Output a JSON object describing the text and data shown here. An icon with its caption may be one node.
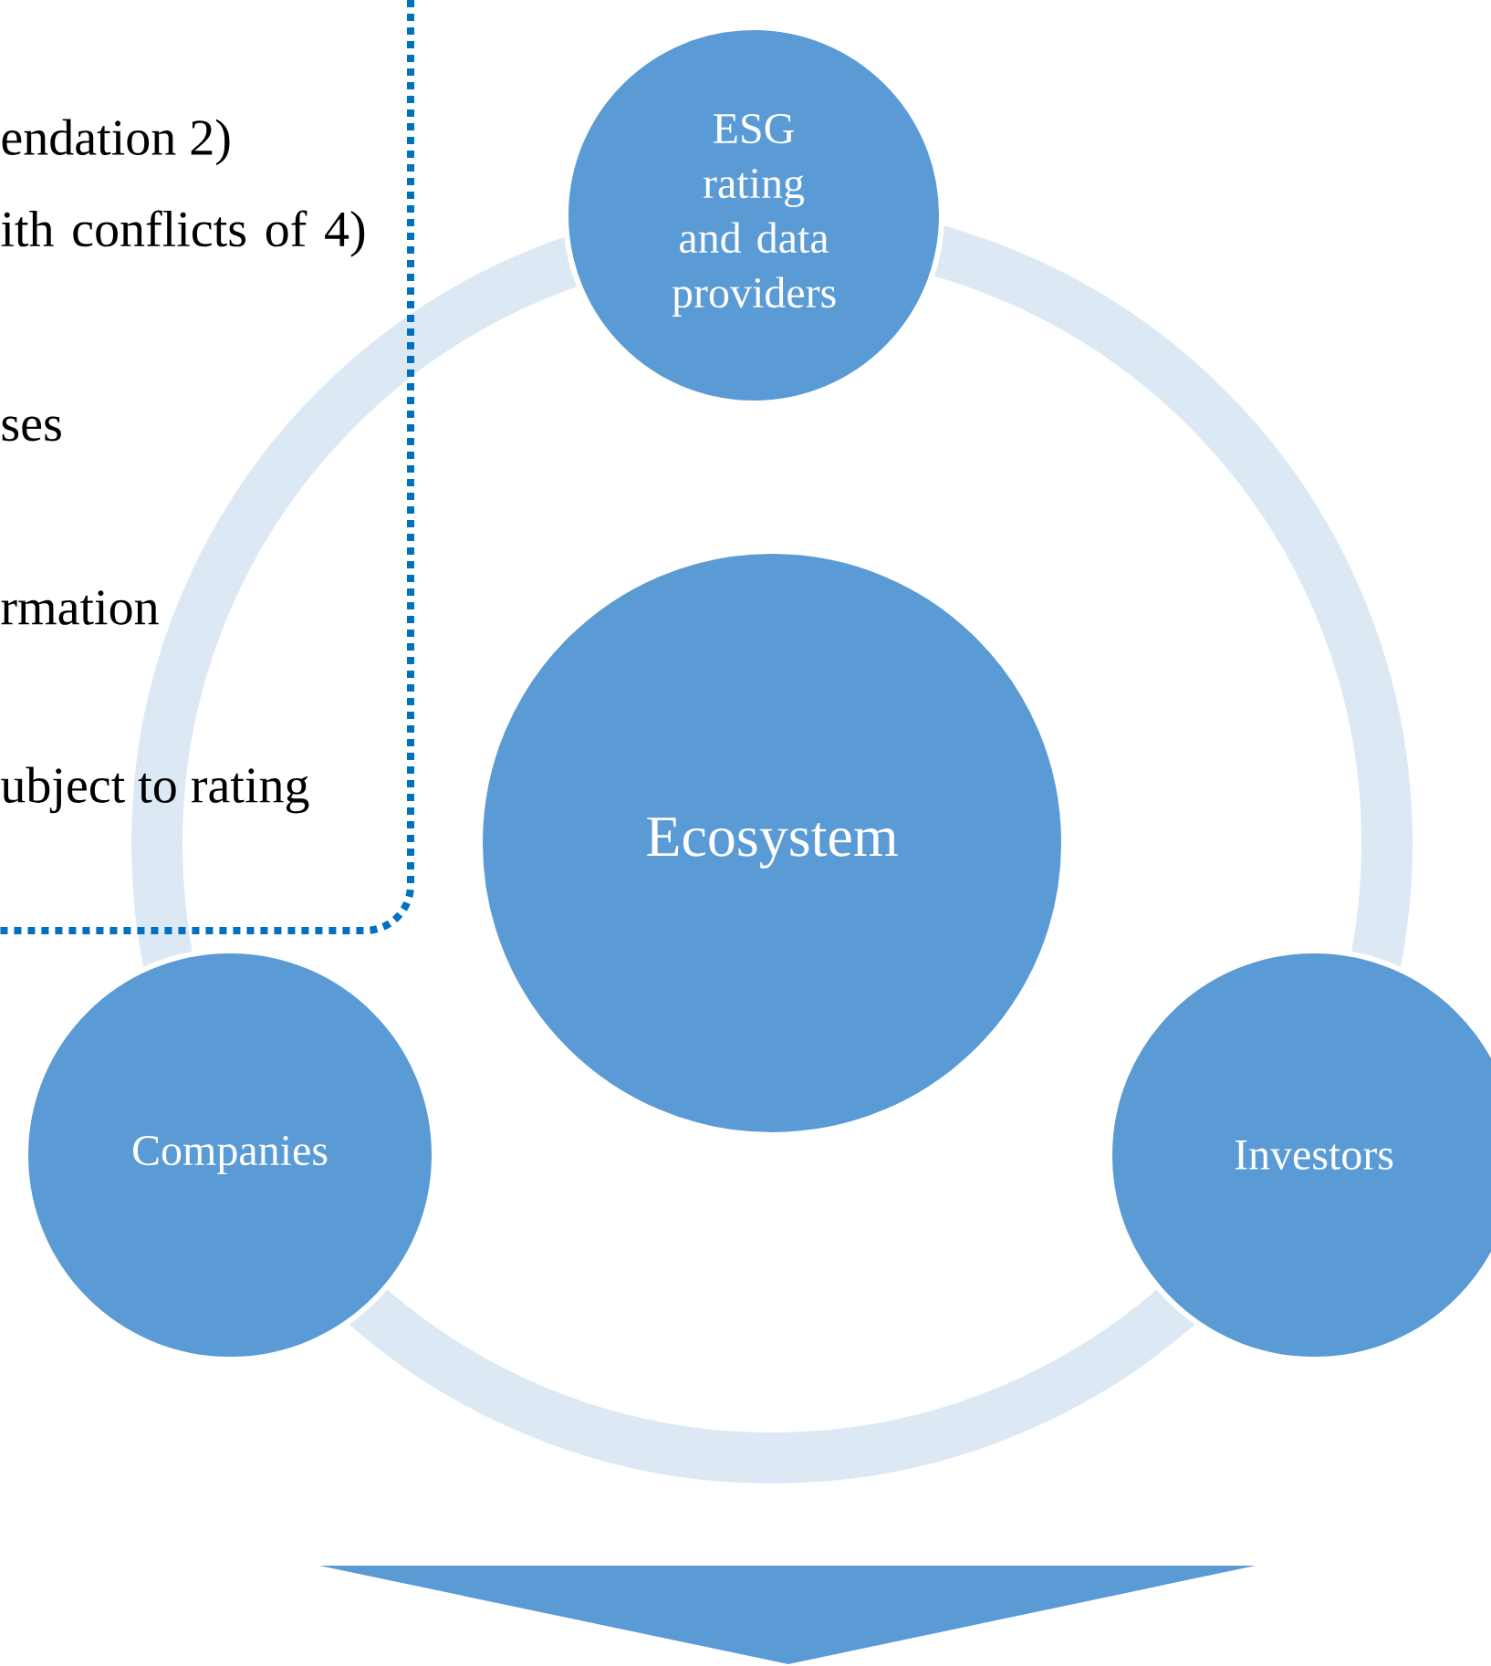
{
  "diagram": {
    "nodes": [
      {
        "text": [
          "endation 2)",
          "ith conflicts of 4)",
          "ses",
          "rmation",
          "ubject to rating"
        ]
      },
      {
        "text": [
          "ESG rating and data providers"
        ]
      },
      {
        "text": [
          "Ecosystem"
        ]
      },
      {
        "text": [
          "Companies"
        ]
      },
      {
        "text": [
          "Investors"
        ]
      }
    ]
  }
}
